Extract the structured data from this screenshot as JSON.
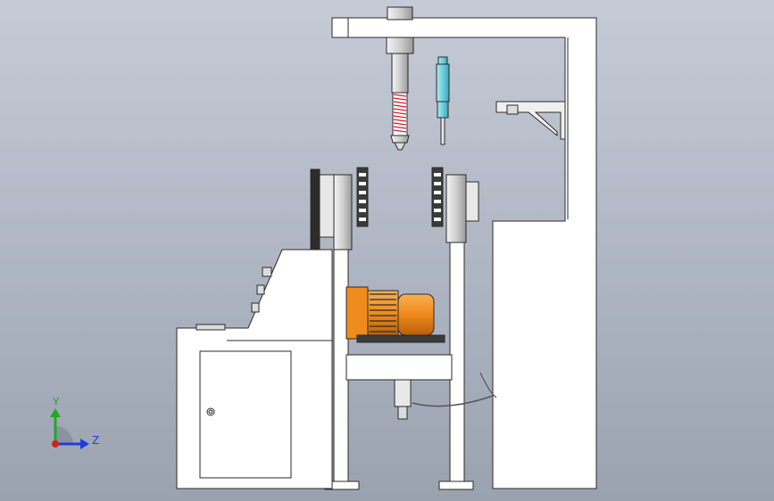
{
  "viewport": {
    "background_top": "#c5cbd6",
    "background_bottom": "#9aa2b0",
    "model": "machine-assembly-side-view"
  },
  "triad": {
    "y_label": "Y",
    "z_label": "Z",
    "y_color": "#22a822",
    "z_color": "#1f3fd6",
    "x_color": "#d42020"
  },
  "colors": {
    "motor": "#ef8a1d",
    "spring": "#d41e2a",
    "cylinder_rod": "#7fd8e6",
    "frame_fill": "#ffffff",
    "outline": "#2a2a2a"
  }
}
